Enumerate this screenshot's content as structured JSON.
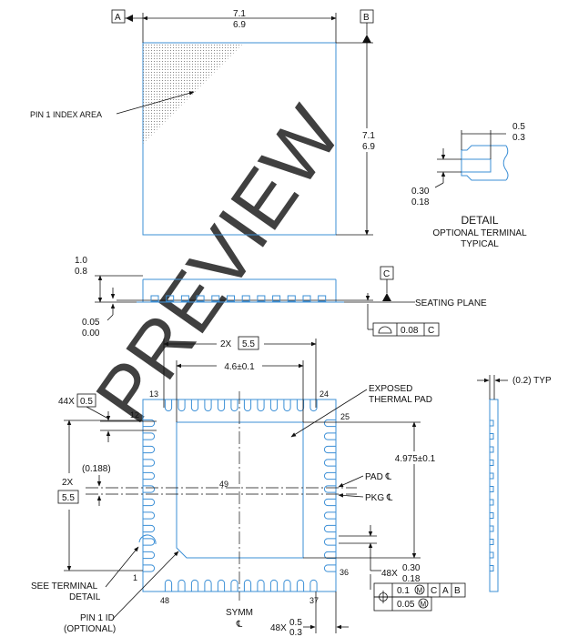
{
  "datums": {
    "a": "A",
    "b": "B",
    "c": "C"
  },
  "top_view": {
    "width_max": "7.1",
    "width_min": "6.9",
    "height_max": "7.1",
    "height_min": "6.9",
    "pin1_label": "PIN 1 INDEX AREA"
  },
  "detail": {
    "dim_top_max": "0.5",
    "dim_top_min": "0.3",
    "dim_left_max": "0.30",
    "dim_left_min": "0.18",
    "title": "DETAIL",
    "subtitle_1": "OPTIONAL TERMINAL",
    "subtitle_2": "TYPICAL"
  },
  "side_view": {
    "height_max": "1.0",
    "height_min": "0.8",
    "standoff_max": "0.05",
    "standoff_min": "0.00",
    "seating_plane": "SEATING PLANE",
    "flatness_value": "0.08",
    "flatness_datum": "C"
  },
  "bottom_view": {
    "pitch_count": "2X",
    "pitch_value": "5.5",
    "pad_width": "4.6±0.1",
    "pin_pitch_count": "44X",
    "pin_pitch_value": "0.5",
    "vert_count": "2X",
    "vert_value": "5.5",
    "offset": "(0.188)",
    "pad_height": "4.975±0.1",
    "exposed_pad_1": "EXPOSED",
    "exposed_pad_2": "THERMAL PAD",
    "pin_numbers": {
      "p1": "1",
      "p12": "12",
      "p13": "13",
      "p24": "24",
      "p25": "25",
      "p36": "36",
      "p37": "37",
      "p48": "48",
      "p49": "49"
    },
    "pad_cl": "PAD ℄",
    "pkg_cl": "PKG ℄",
    "see_terminal_1": "SEE TERMINAL",
    "see_terminal_2": "DETAIL",
    "pin1_id_1": "PIN 1 ID",
    "pin1_id_2": "(OPTIONAL)",
    "symm": "SYMM",
    "symm_cl": "℄",
    "term_width_count": "48X",
    "term_width_max": "0.30",
    "term_width_min": "0.18",
    "term_len_count": "48X",
    "term_len_max": "0.5",
    "term_len_min": "0.3",
    "fcf1_tol": "0.1",
    "fcf1_datums": [
      "C",
      "A",
      "B"
    ],
    "fcf2_tol": "0.05"
  },
  "end_view": {
    "typ_label": "(0.2) TYP"
  },
  "watermark": "PREVIEW"
}
